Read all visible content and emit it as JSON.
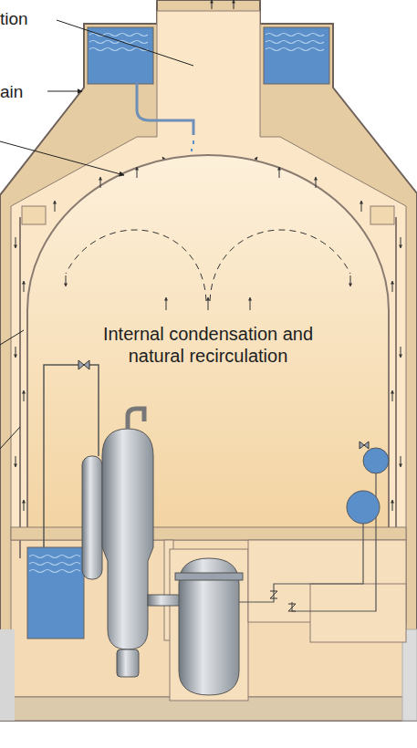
{
  "diagram": {
    "labels": [
      "tion",
      "ain",
      "Internal condensation and natural recirculation"
    ]
  }
}
